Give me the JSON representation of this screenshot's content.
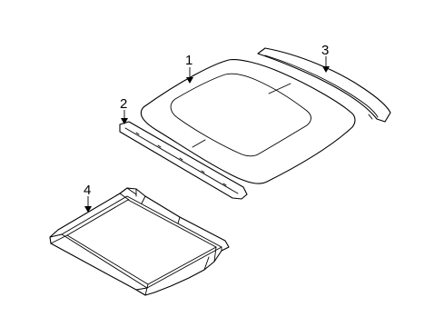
{
  "callouts": {
    "p1": "1",
    "p2": "2",
    "p3": "3",
    "p4": "4"
  },
  "colors": {
    "line": "#000000",
    "background": "#ffffff"
  }
}
